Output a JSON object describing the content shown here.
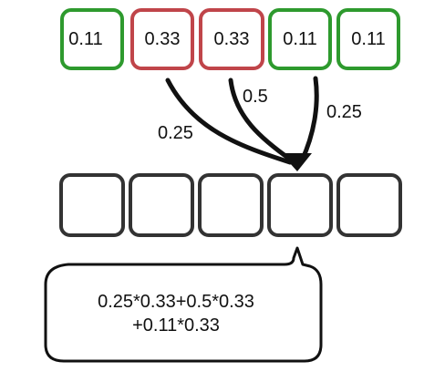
{
  "colors": {
    "green_border": "#2e9a2e",
    "red_border": "#c0454a",
    "dark_border": "#333333",
    "arrow": "#111111"
  },
  "source_row": [
    {
      "value": "0.11",
      "color": "green"
    },
    {
      "value": "0.33",
      "color": "red"
    },
    {
      "value": "0.33",
      "color": "red"
    },
    {
      "value": "0.11",
      "color": "green"
    },
    {
      "value": "0.11",
      "color": "green"
    }
  ],
  "weights": [
    "0.25",
    "0.5",
    "0.25"
  ],
  "output_row_count": 5,
  "callout": {
    "line1": "0.25*0.33+0.5*0.33",
    "line2": "+0.11*0.33"
  }
}
